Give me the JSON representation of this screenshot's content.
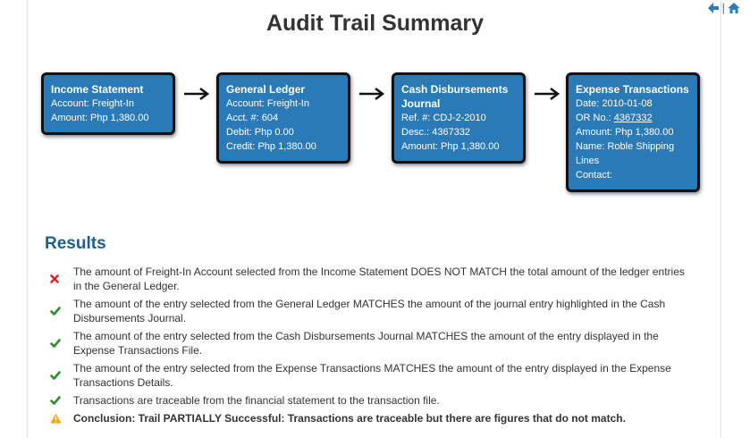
{
  "page": {
    "title": "Audit Trail Summary"
  },
  "nav": {
    "separator": "|"
  },
  "flow": {
    "boxes": [
      {
        "title": "Income Statement",
        "lines": [
          "Account: Freight-In",
          "Amount: Php 1,380.00"
        ]
      },
      {
        "title": "General Ledger",
        "lines": [
          "Account: Freight-In",
          "Acct. #: 604",
          "Debit: Php 0.00",
          "Credit: Php 1,380.00"
        ]
      },
      {
        "title_line1": "Cash Disbursements",
        "title_line2": "Journal",
        "lines": [
          "Ref. #: CDJ-2-2010",
          "Desc.: 4367332",
          "Amount: Php 1,380.00"
        ]
      },
      {
        "title": "Expense Transactions",
        "date": "Date: 2010-01-08",
        "or_label": "OR No.: ",
        "or_value": "4367332",
        "amount": "Amount: Php 1,380.00",
        "name_line1": "Name: Roble Shipping",
        "name_line2": "Lines",
        "contact": "Contact:"
      }
    ]
  },
  "results": {
    "title": "Results",
    "items": [
      {
        "status": "fail",
        "text": "The amount of Freight-In Account selected from the Income Statement DOES NOT MATCH the total amount of the ledger entries in the General Ledger."
      },
      {
        "status": "pass",
        "text": "The amount of the entry selected from the General Ledger MATCHES the amount of the journal entry highlighted in the Cash Disbursements Journal."
      },
      {
        "status": "pass",
        "text": "The amount of the entry selected from the Cash Disbursements Journal MATCHES the amount of the entry displayed in the Expense Transactions File."
      },
      {
        "status": "pass",
        "text": "The amount of the entry selected from the Expense Transactions MATCHES the amount of the entry displayed in the Expense Transactions Details."
      },
      {
        "status": "pass",
        "text": "Transactions are traceable from the financial statement to the transaction file."
      },
      {
        "status": "warning",
        "text": "Conclusion: Trail PARTIALLY Successful: Transactions are traceable but there are figures that do not match."
      }
    ]
  },
  "colors": {
    "box": "#2a7ab8",
    "fail": "#d9262b",
    "pass": "#2e8b2e",
    "warning": "#f0a800",
    "results_title": "#1f5e8c"
  }
}
